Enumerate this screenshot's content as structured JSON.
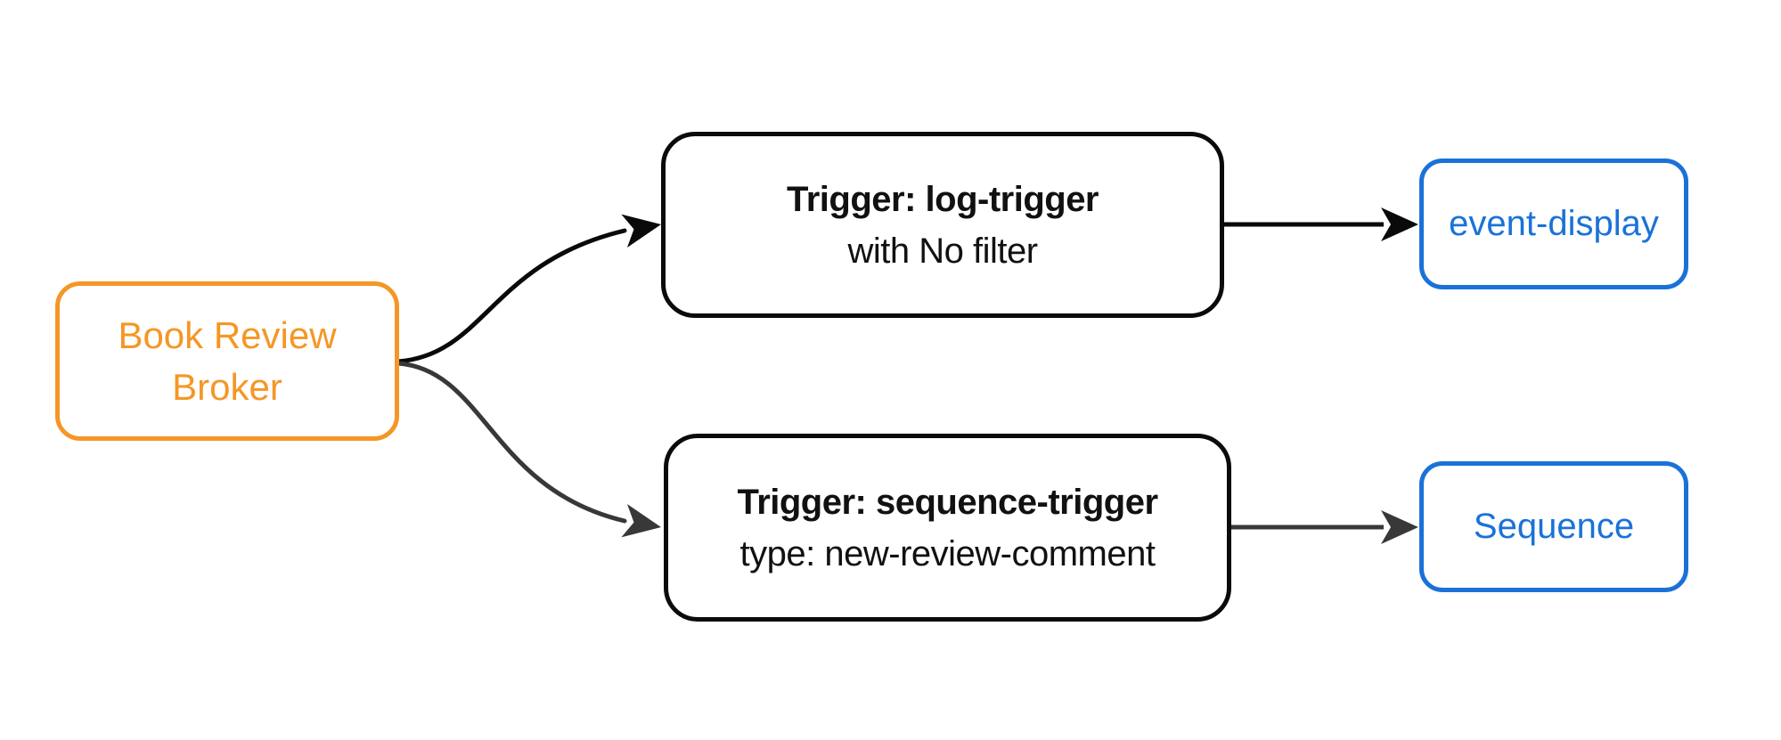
{
  "diagram": {
    "nodes": {
      "broker": {
        "label_line1": "Book Review",
        "label_line2": "Broker"
      },
      "trigger_log": {
        "title": "Trigger: log-trigger",
        "subtitle": "with No filter"
      },
      "trigger_sequence": {
        "title": "Trigger: sequence-trigger",
        "subtitle": "type: new-review-comment"
      },
      "event_display": {
        "label": "event-display"
      },
      "sequence": {
        "label": "Sequence"
      }
    },
    "edges": [
      {
        "from": "broker",
        "to": "trigger_log"
      },
      {
        "from": "broker",
        "to": "trigger_sequence"
      },
      {
        "from": "trigger_log",
        "to": "event_display"
      },
      {
        "from": "trigger_sequence",
        "to": "sequence"
      }
    ]
  },
  "colors": {
    "broker_accent": "#F49726",
    "sink_accent": "#1A72D8",
    "trigger_border": "#0b0b0b",
    "edge_top": "#0a0a0a",
    "edge_bottom": "#383838",
    "background": "#ffffff"
  }
}
